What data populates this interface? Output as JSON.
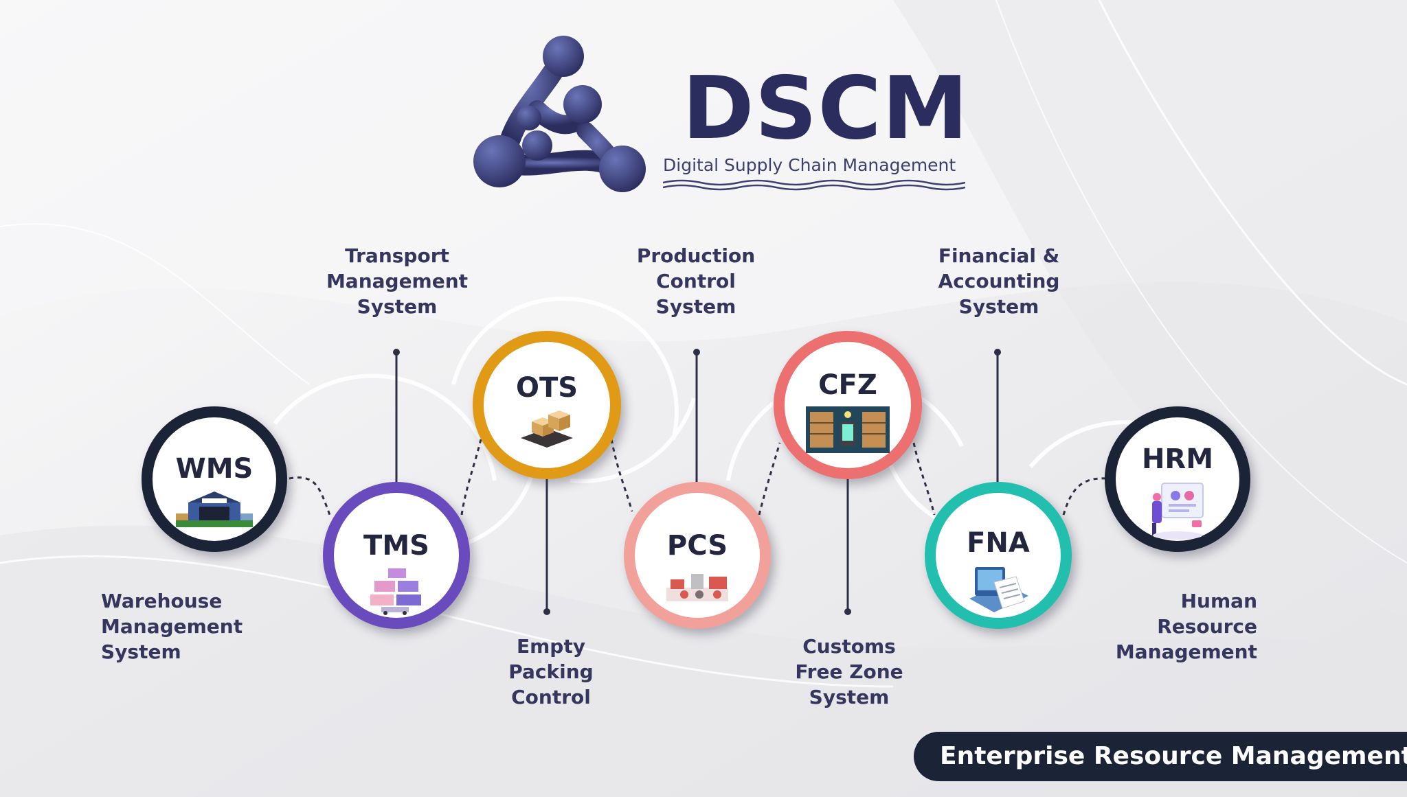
{
  "brand": {
    "name": "DSCM",
    "tagline": "Digital Supply Chain Management"
  },
  "colors": {
    "navy": "#1b2337",
    "text": "#35365e",
    "wms": "#1b2337",
    "tms": "#6a4bbd",
    "ots": "#e09a15",
    "pcs": "#f2a19a",
    "cfz": "#ec7070",
    "fna": "#22bfae",
    "hrm": "#1b2337"
  },
  "modules": [
    {
      "code": "WMS",
      "name": [
        "Warehouse",
        "Management",
        "System"
      ],
      "icon": "warehouse-icon"
    },
    {
      "code": "TMS",
      "name": [
        "Transport",
        "Management",
        "System"
      ],
      "icon": "containers-icon"
    },
    {
      "code": "OTS",
      "name": [
        "Empty",
        "Packing",
        "Control"
      ],
      "icon": "boxes-icon"
    },
    {
      "code": "PCS",
      "name": [
        "Production",
        "Control",
        "System"
      ],
      "icon": "factory-icon"
    },
    {
      "code": "CFZ",
      "name": [
        "Customs",
        "Free Zone",
        "System"
      ],
      "icon": "scanner-icon"
    },
    {
      "code": "FNA",
      "name": [
        "Financial &",
        "Accounting",
        "System"
      ],
      "icon": "invoice-icon"
    },
    {
      "code": "HRM",
      "name": [
        "Human",
        "Resource",
        "Management"
      ],
      "icon": "people-dashboard-icon"
    }
  ],
  "footer": {
    "label": "Enterprise Resource Management"
  }
}
